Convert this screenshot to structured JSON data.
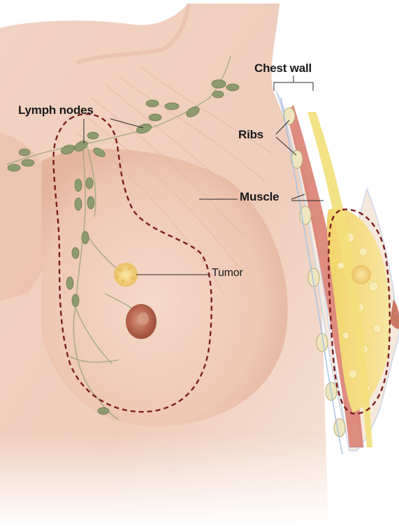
{
  "labels": {
    "chest_wall": "Chest wall",
    "lymph_nodes": "Lymph nodes",
    "ribs": "Ribs",
    "muscle": "Muscle",
    "tumor": "Tumor"
  },
  "colors": {
    "skin": "#f3d6c6",
    "skin_shadow": "#e3b7a3",
    "lymph_node": "#8e9a6f",
    "dashed_outline": "#7b1e1e",
    "fat": "#f3df7a",
    "muscle": "#d8776a",
    "rib": "#efe6bf",
    "tumor": "#f0c56a",
    "nipple": "#b8664f"
  }
}
